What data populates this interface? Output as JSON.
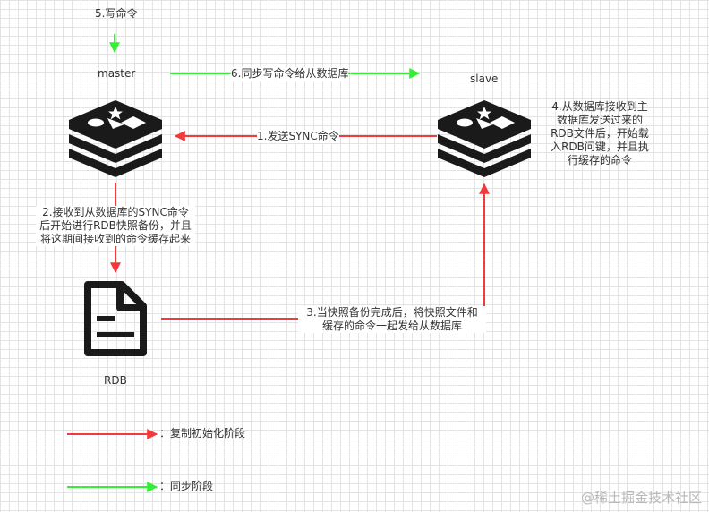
{
  "nodes": {
    "master": "master",
    "slave": "slave",
    "rdb": "RDB"
  },
  "steps": {
    "write_command": "5.写命令",
    "sync_write": "6.同步写命令给从数据库",
    "send_sync": "1.发送SYNC命令",
    "master_process": [
      "2.接收到从数据库的SYNC命令",
      "后开始进行RDB快照备份，并且",
      "将这期间接收到的命令缓存起来"
    ],
    "send_snapshot": [
      "3.当快照备份完成后，将快照文件和",
      "缓存的命令一起发给从数据库"
    ],
    "slave_process": [
      "4.从数据库接收到主",
      "数据库发送过来的",
      "RDB文件后，开始载",
      "入RDB问键，并且执",
      "行缓存的命令"
    ]
  },
  "legend": [
    {
      "label": "：复制初始化阶段",
      "color": "#f2393b"
    },
    {
      "label": "：同步阶段",
      "color": "#33f033"
    }
  ],
  "colors": {
    "init_phase": "#f2393b",
    "sync_phase": "#33f033",
    "icon": "#1a1a1a"
  },
  "watermark": "@稀土掘金技术社区"
}
